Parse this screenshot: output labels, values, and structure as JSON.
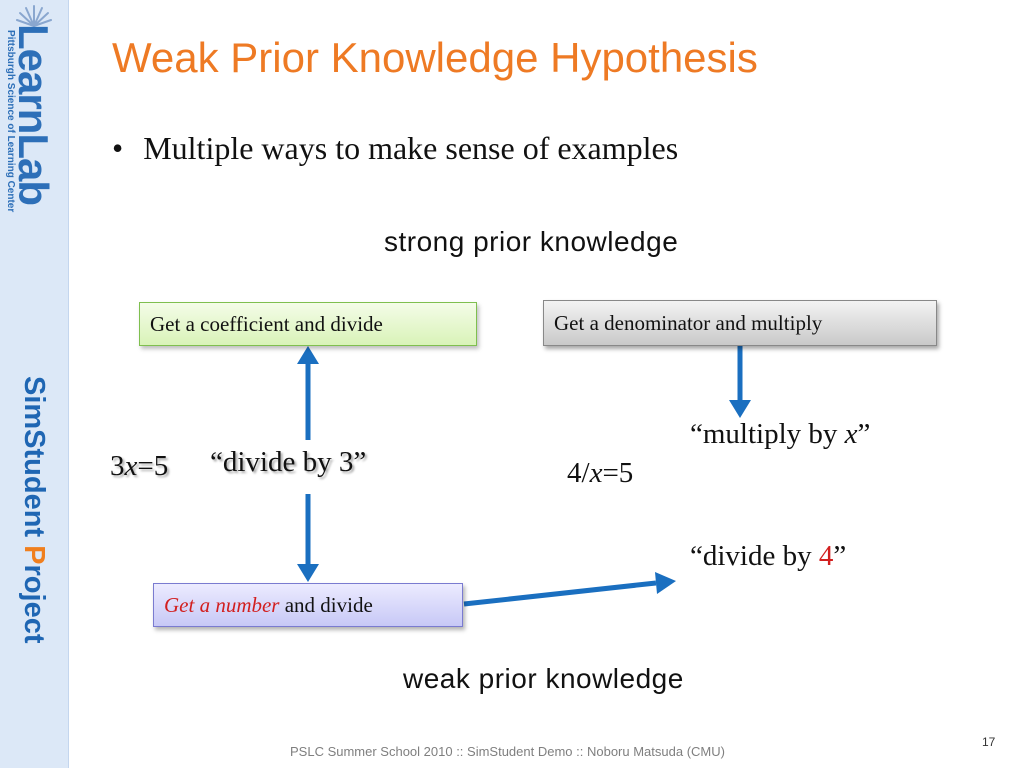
{
  "sidebar": {
    "logo_word": "LearnLab",
    "logo_subtitle": "Pittsburgh Science of Learning Center",
    "project_part1": "SimStudent ",
    "project_initial": "P",
    "project_part2": "roject",
    "colors": {
      "blue": "#1f66b3",
      "orange": "#f07f1e",
      "background": "#dce8f7"
    }
  },
  "slide": {
    "title": "Weak Prior Knowledge Hypothesis",
    "bullet": "Multiple ways to make sense of examples",
    "strong_label": "strong prior knowledge",
    "weak_label": "weak prior knowledge",
    "box_coefficient": "Get a coefficient and divide",
    "box_denominator": "Get a denominator and multiply",
    "box_number_italic": "Get a number",
    "box_number_rest": " and divide",
    "eq_left_prefix": "3",
    "eq_left_var": "x",
    "eq_left_suffix": "=5",
    "divide_by_3_prefix": "“divide by ",
    "divide_by_3_num": "3",
    "divide_by_3_suffix": "”",
    "eq_right_prefix": "4/",
    "eq_right_var": "x",
    "eq_right_suffix": "=5",
    "multiply_prefix": "“multiply by ",
    "multiply_var": "x",
    "multiply_suffix": "”",
    "divide_by_4_prefix": "“divide by ",
    "divide_by_4_num": "4",
    "divide_by_4_suffix": "”",
    "colors": {
      "title": "#ee7a24",
      "arrow": "#1a6fc0",
      "highlight_red": "#d21f1f"
    }
  },
  "footer": {
    "text": "PSLC Summer School 2010 :: SimStudent Demo :: Noboru Matsuda (CMU)",
    "page_number": "17"
  }
}
